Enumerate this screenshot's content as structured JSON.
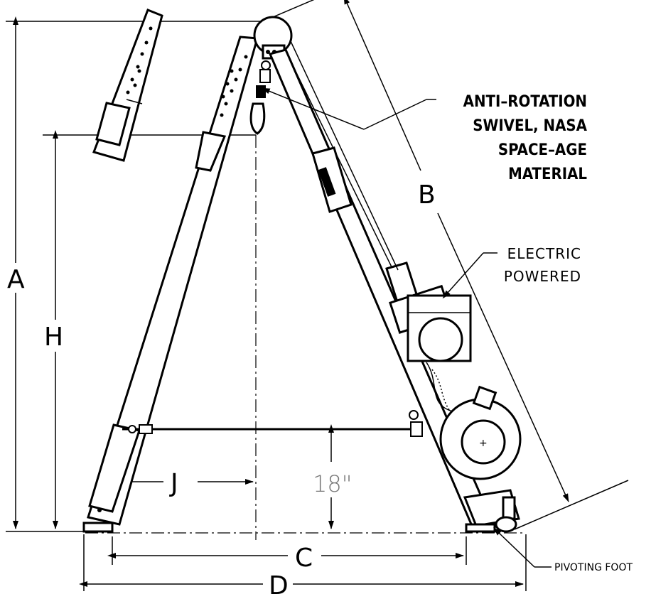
{
  "dimensions": {
    "a": "A",
    "b": "B",
    "c": "C",
    "d": "D",
    "h": "H",
    "j": "J",
    "crossbar_height": "18\""
  },
  "callouts": {
    "swivel": [
      "ANTI–ROTATION",
      "SWIVEL, NASA",
      "SPACE–AGE",
      "MATERIAL"
    ],
    "power": [
      "ELECTRIC",
      "POWERED"
    ],
    "foot": "PIVOTING FOOT"
  }
}
